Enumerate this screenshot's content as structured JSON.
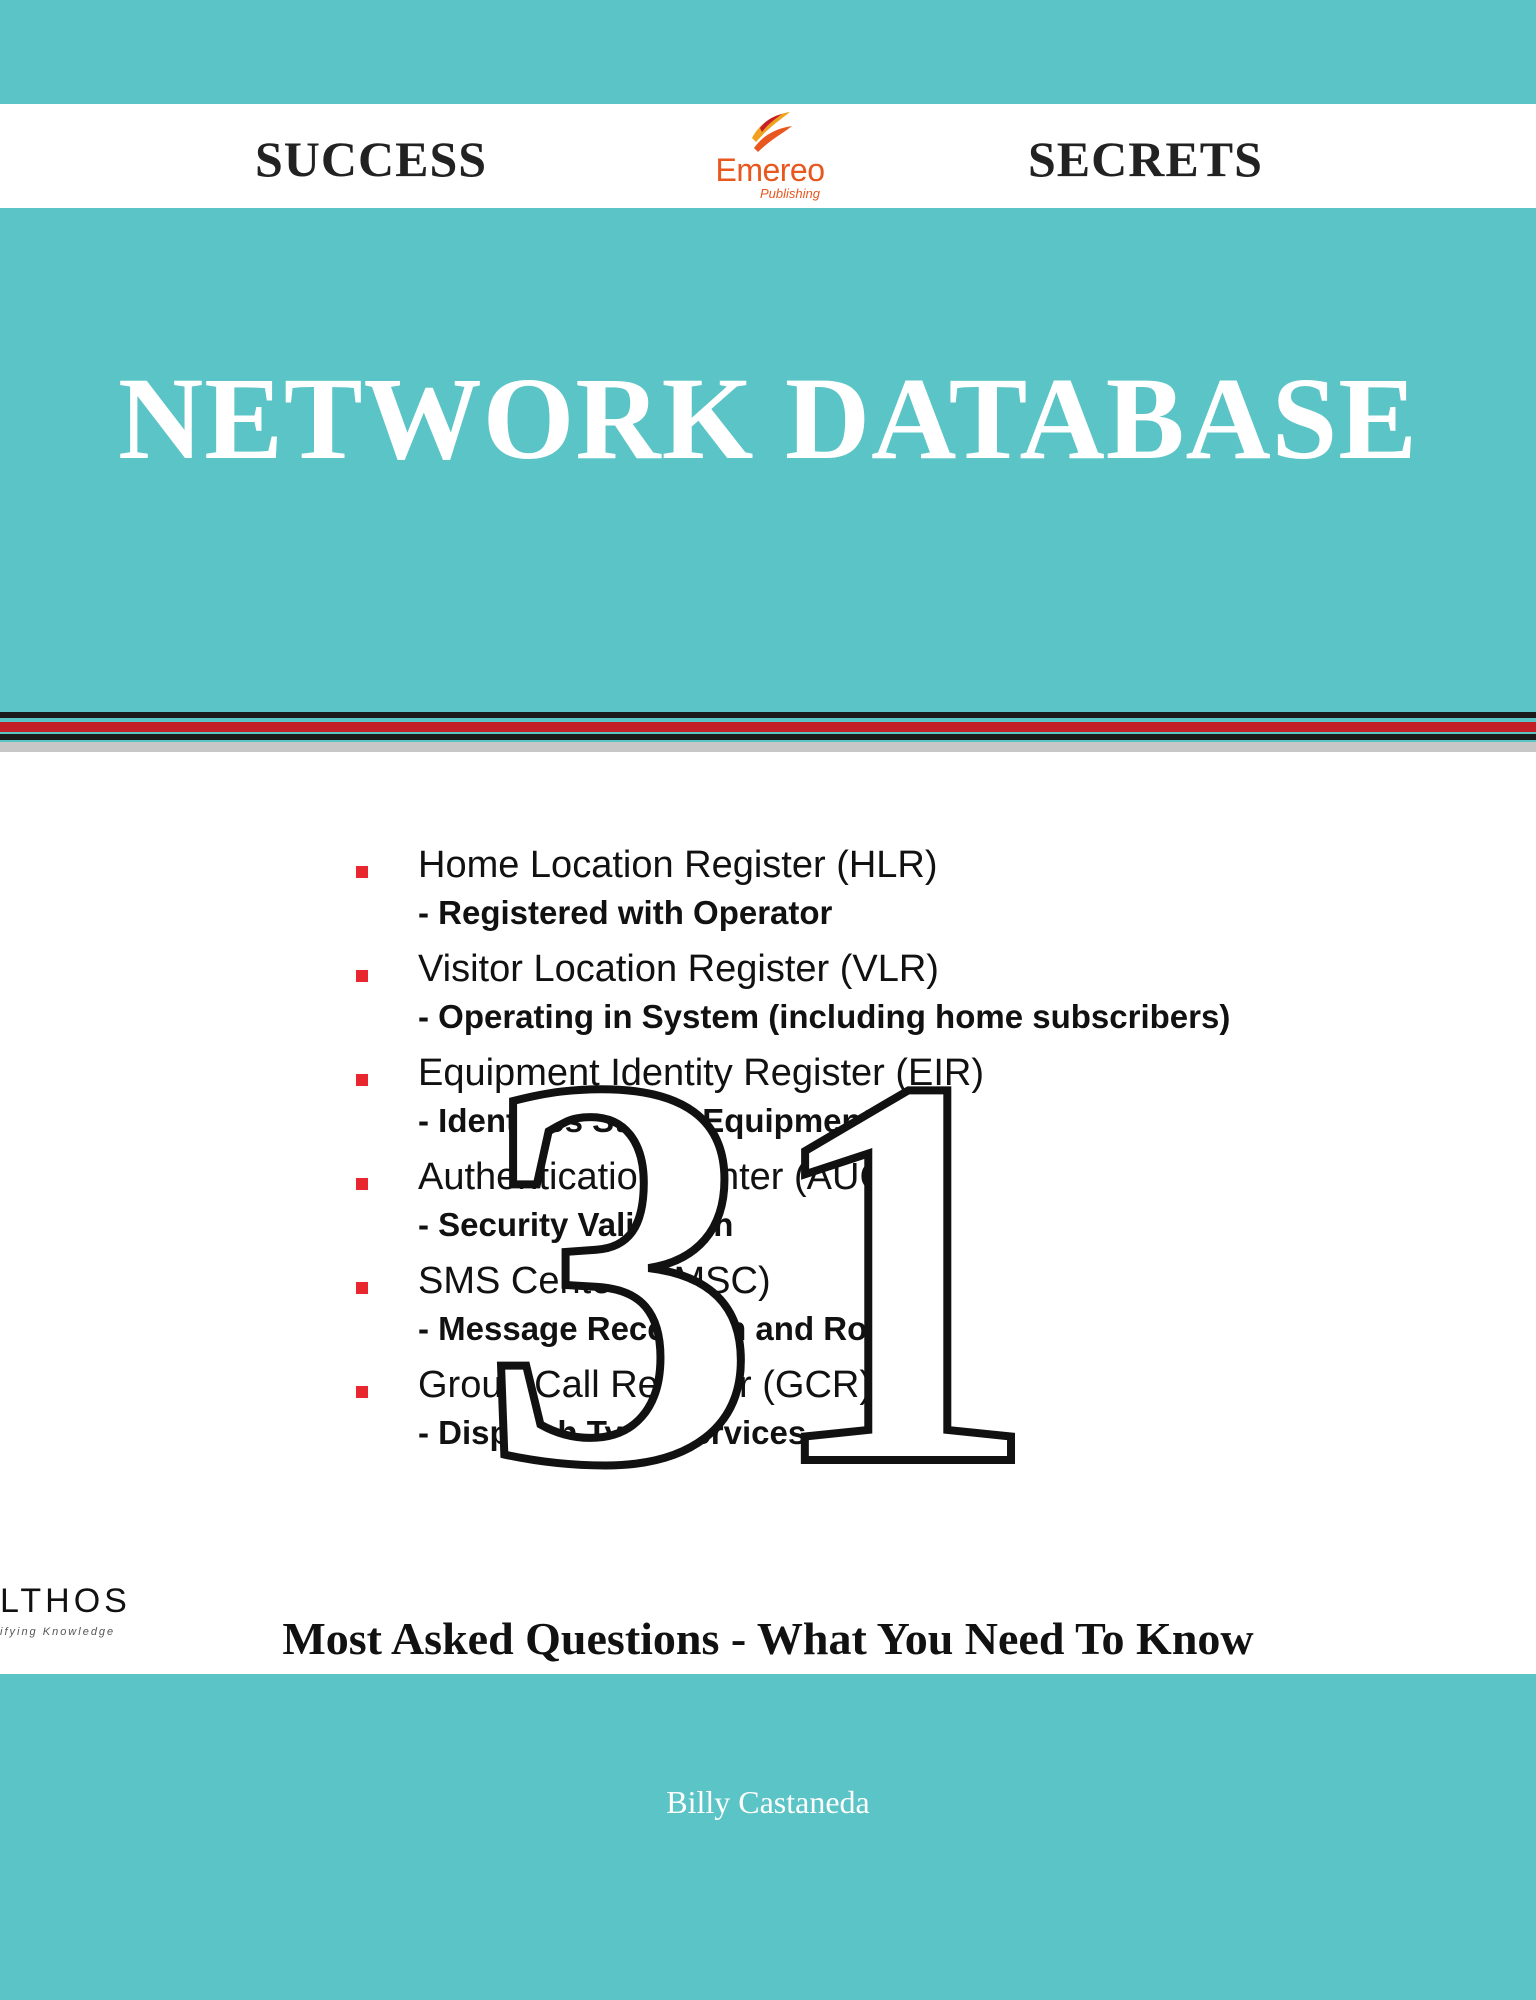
{
  "header": {
    "left_word": "SUCCESS",
    "right_word": "SECRETS",
    "logo": {
      "name": "Emereo",
      "subtitle": "Publishing"
    }
  },
  "title": "NETWORK DATABASE",
  "colors": {
    "teal": "#5bc4c6",
    "white": "#ffffff",
    "stripe_red": "#c41e26",
    "stripe_black": "#1a1a1a",
    "bullet_red": "#e8262e",
    "logo_orange": "#e8571e"
  },
  "bullets": [
    {
      "heading": "Home Location Register (HLR)",
      "detail": "- Registered with Operator"
    },
    {
      "heading": "Visitor Location Register (VLR)",
      "detail": "- Operating in System (including home subscribers)"
    },
    {
      "heading": "Equipment Identity Register (EIR)",
      "detail": "- Identifies Stolen Equipment"
    },
    {
      "heading": "Authentication Center (AUC)",
      "detail": "- Security Validation"
    },
    {
      "heading": "SMS Center (SMSC)",
      "detail": "- Message Reception and Routing"
    },
    {
      "heading": "Group Call Register (GCR)",
      "detail": "- Dispatch Type Services"
    }
  ],
  "big_number": "31",
  "brand": {
    "name": "LTHOS",
    "tagline": "ifying Knowledge"
  },
  "subtitle": "Most Asked Questions - What You Need To Know",
  "author": "Billy Castaneda"
}
